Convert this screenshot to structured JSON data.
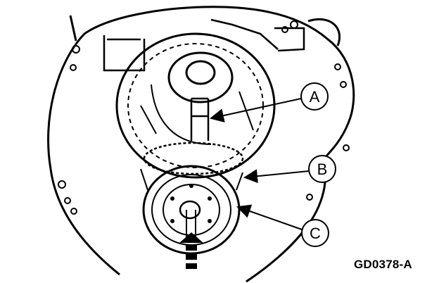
{
  "callouts": [
    {
      "letter": "A"
    },
    {
      "letter": "B"
    },
    {
      "letter": "C"
    }
  ],
  "figure_id": "GD0378-A"
}
